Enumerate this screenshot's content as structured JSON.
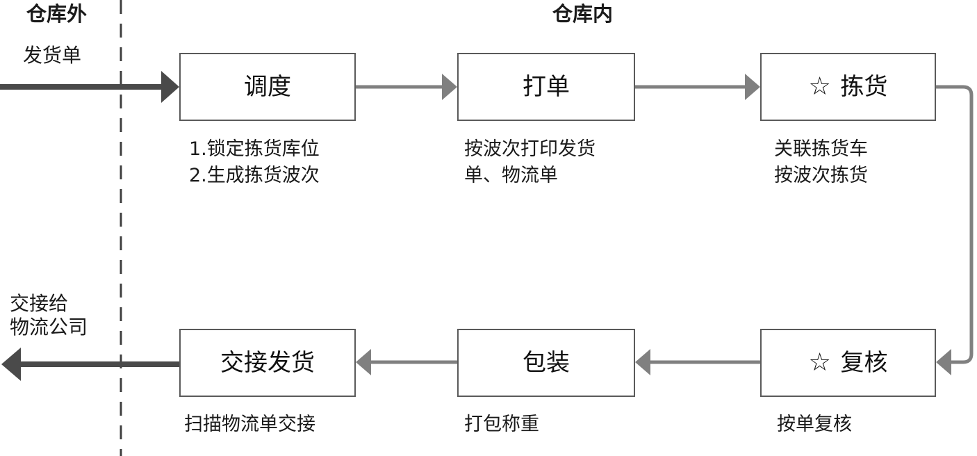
{
  "diagram": {
    "title_outside": "仓库外",
    "title_inside": "仓库内",
    "input_label": "发货单",
    "output_label": "交接给\n物流公司",
    "colors": {
      "box_border": "#5a5a5a",
      "box_fill": "#ffffff",
      "connector": "#808080",
      "bold_arrow": "#4a4a4a",
      "divider": "#3f3f3f",
      "text": "#1a1a1a"
    },
    "divider": {
      "name": "warehouse-boundary",
      "style": "dashed-vertical"
    },
    "nodes": [
      {
        "id": "dispatch",
        "label": "调度",
        "icon": "",
        "caption": "1.锁定拣货库位\n2.生成拣货波次"
      },
      {
        "id": "print-order",
        "label": "打单",
        "icon": "",
        "caption": "按波次打印发货\n单、物流单"
      },
      {
        "id": "picking",
        "label": "拣货",
        "icon": "star-icon",
        "icon_glyph": "☆",
        "caption": "关联拣货车\n按波次拣货"
      },
      {
        "id": "review",
        "label": "复核",
        "icon": "star-icon",
        "icon_glyph": "☆",
        "caption": "按单复核"
      },
      {
        "id": "packing",
        "label": "包装",
        "icon": "",
        "caption": "打包称重"
      },
      {
        "id": "handover",
        "label": "交接发货",
        "icon": "",
        "caption": "扫描物流单交接"
      }
    ],
    "flows": [
      {
        "from": "input",
        "to": "dispatch",
        "kind": "bold"
      },
      {
        "from": "dispatch",
        "to": "print-order",
        "kind": "thin"
      },
      {
        "from": "print-order",
        "to": "picking",
        "kind": "thin"
      },
      {
        "from": "picking",
        "to": "review",
        "kind": "thin-elbow"
      },
      {
        "from": "review",
        "to": "packing",
        "kind": "thin"
      },
      {
        "from": "packing",
        "to": "handover",
        "kind": "thin"
      },
      {
        "from": "handover",
        "to": "output",
        "kind": "bold"
      }
    ]
  }
}
